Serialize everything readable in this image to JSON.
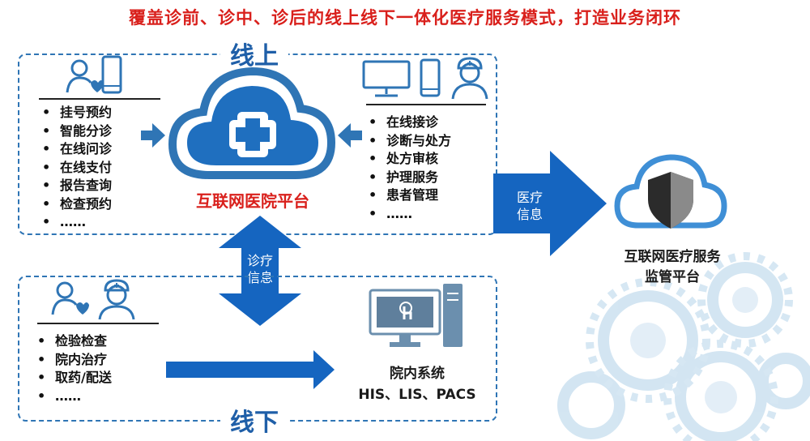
{
  "title": "覆盖诊前、诊中、诊后的线上线下一体化医疗服务模式，打造业务闭环",
  "online": {
    "label": "线上",
    "left_items": [
      "挂号预约",
      "智能分诊",
      "在线问诊",
      "在线支付",
      "报告查询",
      "检查预约",
      "……"
    ],
    "right_items": [
      "在线接诊",
      "诊断与处方",
      "处方审核",
      "护理服务",
      "患者管理",
      "……"
    ],
    "platform_label": "互联网医院平台"
  },
  "offline": {
    "label": "线下",
    "items": [
      "检验检查",
      "院内治疗",
      "取药/配送",
      "……"
    ],
    "system_label": "院内系统",
    "system_names": "HIS、LIS、PACS"
  },
  "arrow_medical": {
    "line1": "医疗",
    "line2": "信息"
  },
  "arrow_diagnosis": {
    "line1": "诊疗",
    "line2": "信息"
  },
  "regulator": {
    "line1": "互联网医疗服务",
    "line2": "监管平台"
  },
  "colors": {
    "primary": "#2f75b5",
    "arrow": "#1565c0",
    "title": "#d9201c"
  }
}
